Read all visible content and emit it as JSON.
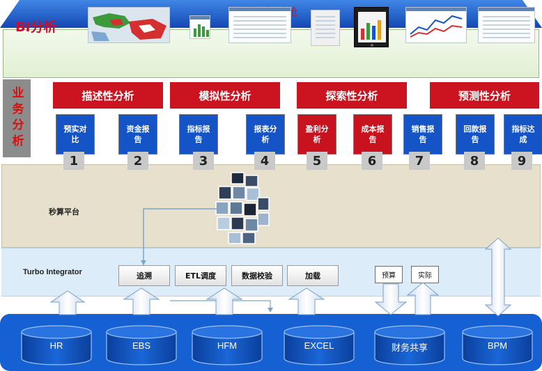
{
  "roof": {
    "title": "管理驾驶舱"
  },
  "bi": {
    "label": "BI分析"
  },
  "analysis": {
    "side_label": "业务分析",
    "categories": [
      "描述性分析",
      "模拟性分析",
      "探索性分析",
      "预测性分析"
    ],
    "reports": [
      {
        "label": "预实对比",
        "number": "1",
        "color": "blue"
      },
      {
        "label": "资金报告",
        "number": "2",
        "color": "blue"
      },
      {
        "label": "指标报告",
        "number": "3",
        "color": "blue"
      },
      {
        "label": "报表分析",
        "number": "4",
        "color": "blue"
      },
      {
        "label": "盈利分析",
        "number": "5",
        "color": "red"
      },
      {
        "label": "成本报告",
        "number": "6",
        "color": "red"
      },
      {
        "label": "销售报告",
        "number": "7",
        "color": "blue"
      },
      {
        "label": "回款报告",
        "number": "8",
        "color": "blue"
      },
      {
        "label": "指标达成",
        "number": "9",
        "color": "blue"
      }
    ]
  },
  "platform": {
    "label": "秒算平台"
  },
  "turbo": {
    "label": "Turbo Integrator",
    "buttons": [
      "追溯",
      "ETL调度",
      "数据校验",
      "加载"
    ],
    "small_buttons": [
      "预算",
      "实际"
    ]
  },
  "sources": {
    "items": [
      "HR",
      "EBS",
      "HFM",
      "EXCEL",
      "财务共享",
      "BPM"
    ]
  },
  "colors": {
    "category_red": "#cc1421",
    "report_blue": "#1554c6",
    "report_red": "#c8121e",
    "roof_blue": "#1f63cf",
    "source_blue": "#1560d2"
  }
}
